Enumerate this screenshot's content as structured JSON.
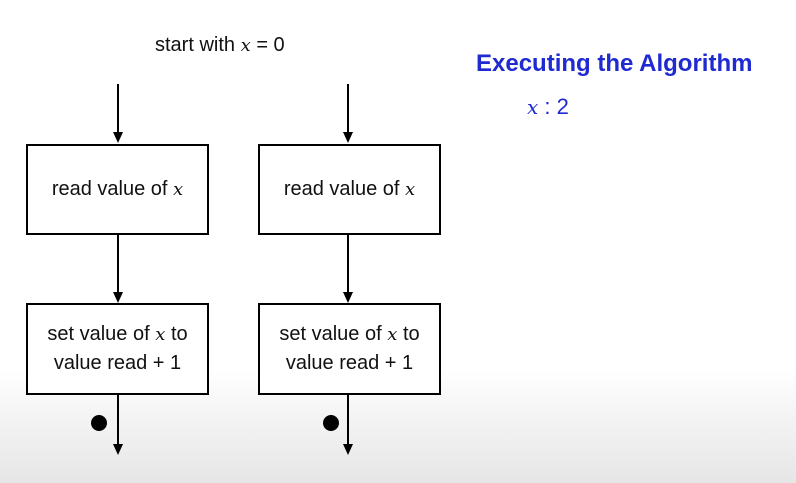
{
  "start": {
    "prefix": "start with",
    "var": "x",
    "eq": "= 0"
  },
  "title": "Executing the Algorithm",
  "state": {
    "var": "x",
    "sep": ":",
    "value": "2"
  },
  "flows": [
    {
      "read_text": "read value of",
      "read_var": "x",
      "set_line1": "set value of",
      "set_var": "x",
      "set_line1_end": "to",
      "set_line2": "value read + 1"
    },
    {
      "read_text": "read value of",
      "read_var": "x",
      "set_line1": "set value of",
      "set_var": "x",
      "set_line1_end": "to",
      "set_line2": "value read + 1"
    }
  ]
}
